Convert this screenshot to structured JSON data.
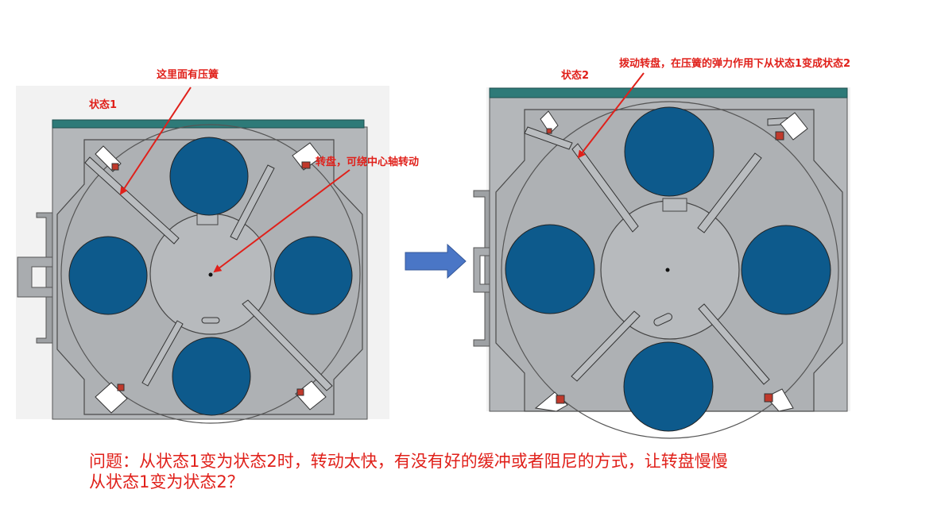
{
  "diagram": {
    "state1_label": "状态1",
    "state2_label": "状态2",
    "spring_note_1": "这里面有压簧",
    "turntable_note": "转盘，可绕中心轴转动",
    "spring_note_2": "拨动转盘，在压簧的弹力作用下从状态1变成状态2",
    "question_line1": "问题：从状态1变为状态2时，转动太快，有没有好的缓冲或者阻尼的方式，让转盘慢慢",
    "question_line2": "从状态1变为状态2？"
  },
  "colors": {
    "annotation": "#e0201a",
    "plate": "#b4b7ba",
    "wafer": "#0d5a8c",
    "rail": "#2e7a78",
    "arrow": "#4a76c6"
  }
}
